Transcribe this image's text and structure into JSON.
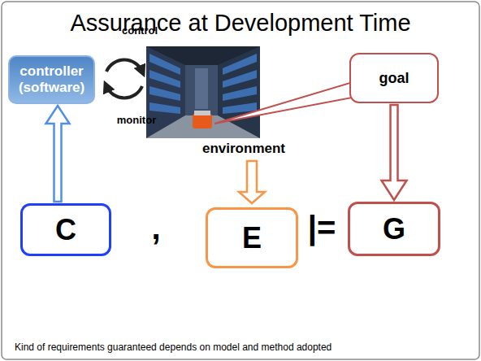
{
  "diagram": {
    "title": "Assurance at Development Time",
    "caption": "Kind of requirements guaranteed depends on model and method adopted",
    "nodes": [
      {
        "text": [
          "controller (software)"
        ]
      },
      {
        "text": [
          "goal"
        ]
      },
      {
        "text": [
          "C"
        ]
      },
      {
        "text": [
          "E"
        ]
      },
      {
        "text": [
          "G"
        ]
      }
    ],
    "edges": [
      {
        "from": 2,
        "to": 0,
        "arrow": "to"
      },
      {
        "from": 1,
        "to": 4,
        "arrow": "to"
      }
    ],
    "labels": [
      "control",
      "monitor",
      "environment",
      ",",
      "|="
    ]
  }
}
